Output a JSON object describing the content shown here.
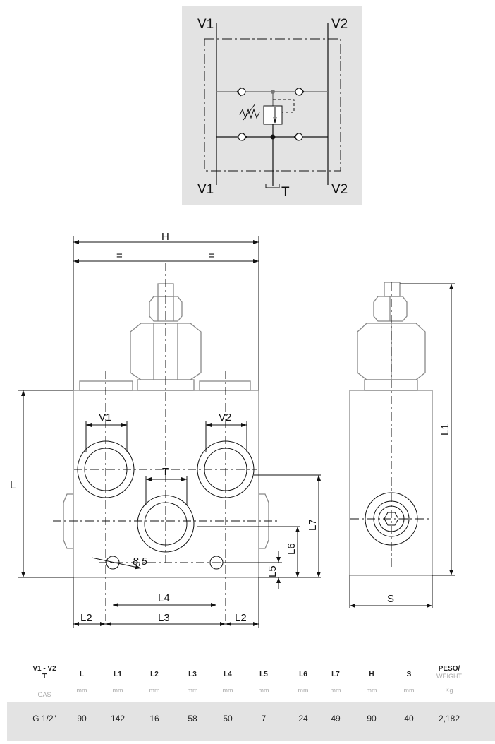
{
  "schematic": {
    "v1_top": "V1",
    "v2_top": "V2",
    "v1_bottom": "V1",
    "v2_bottom": "V2",
    "t": "T"
  },
  "front_view": {
    "h": "H",
    "eq_left": "=",
    "eq_right": "=",
    "l": "L",
    "v1": "V1",
    "v2": "V2",
    "t": "T",
    "hole": "8,5",
    "l4": "L4",
    "l2_left": "L2",
    "l3": "L3",
    "l2_right": "L2",
    "l5": "L5",
    "l6": "L6",
    "l7": "L7"
  },
  "side_view": {
    "l1": "L1",
    "s": "S"
  },
  "table": {
    "headers": [
      {
        "label": "V1 - V2",
        "label2": "T",
        "unit": "GAS"
      },
      {
        "label": "L",
        "unit": "mm"
      },
      {
        "label": "L1",
        "unit": "mm"
      },
      {
        "label": "L2",
        "unit": "mm"
      },
      {
        "label": "L3",
        "unit": "mm"
      },
      {
        "label": "L4",
        "unit": "mm"
      },
      {
        "label": "L5",
        "unit": "mm"
      },
      {
        "label": "L6",
        "unit": "mm"
      },
      {
        "label": "L7",
        "unit": "mm"
      },
      {
        "label": "H",
        "unit": "mm"
      },
      {
        "label": "S",
        "unit": "mm"
      },
      {
        "label": "PESO/",
        "label2": "WEIGHT",
        "unit": "Kg"
      }
    ],
    "row": [
      "G 1/2\"",
      "90",
      "142",
      "16",
      "58",
      "50",
      "7",
      "24",
      "49",
      "90",
      "40",
      "2,182"
    ]
  }
}
